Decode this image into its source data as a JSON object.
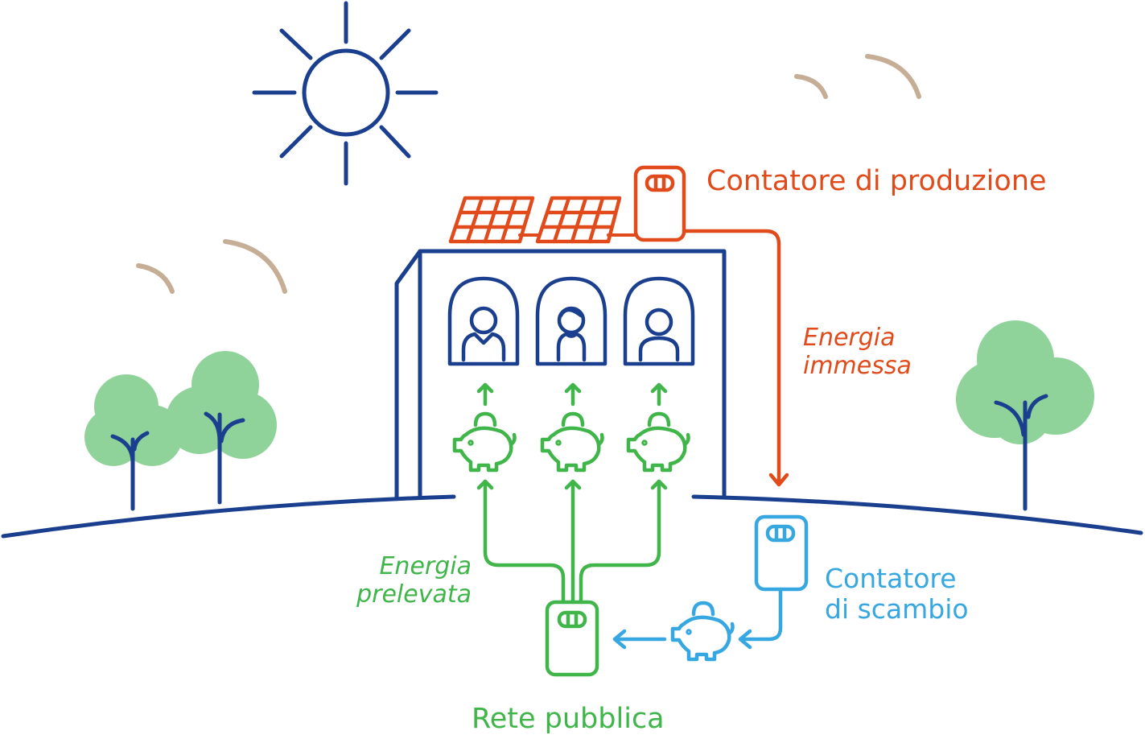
{
  "labels": {
    "production_meter": "Contatore di produzione",
    "energy_fed": [
      "Energia",
      "immessa"
    ],
    "energy_drawn": [
      "Energia",
      "prelevata"
    ],
    "exchange_meter": [
      "Contatore",
      "di scambio"
    ],
    "public_grid": "Rete pubblica"
  },
  "colors": {
    "navy": "#1b3f8f",
    "orange": "#e14a1a",
    "green": "#3fb54a",
    "light_blue": "#36a7e0",
    "tree_foliage": "#8fd39a",
    "bird": "#c6ad95"
  },
  "icons": [
    "sun-icon",
    "solar-panel-icon",
    "meter-icon",
    "person-icon",
    "piggy-bank-icon",
    "tree-icon",
    "bird-icon",
    "arrow-icon"
  ]
}
